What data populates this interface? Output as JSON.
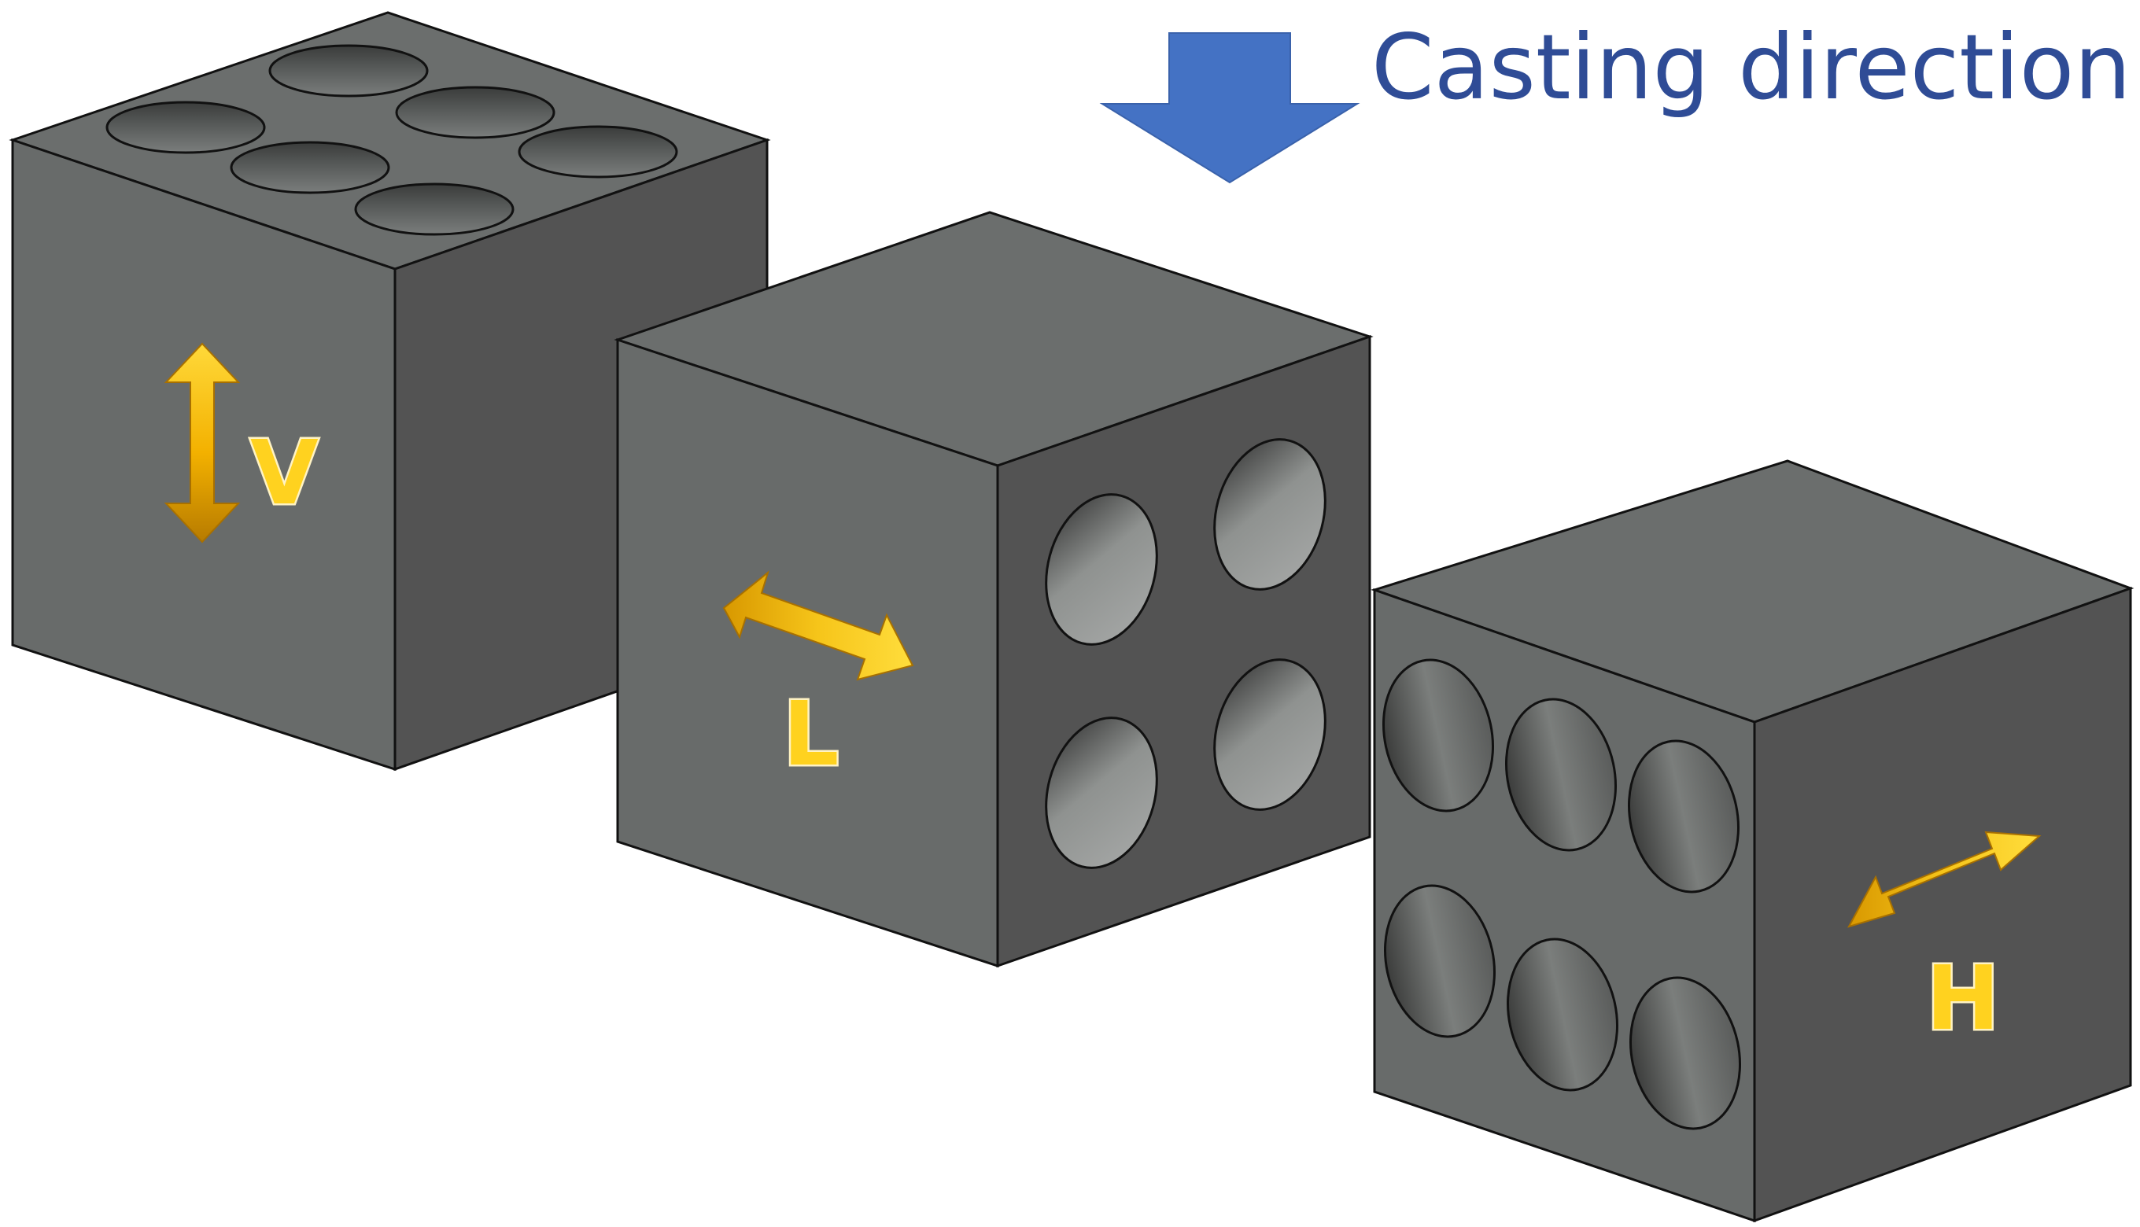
{
  "caption": {
    "text": "Casting direction",
    "text_color": "#2f4c96",
    "arrow_icon": "down-arrow-icon",
    "arrow_color": "#4472c4"
  },
  "specimens": [
    {
      "id": "vertical",
      "label": "V",
      "arrow_icon": "double-arrow-vertical-icon",
      "holes_visible": 6,
      "hole_face": "top"
    },
    {
      "id": "longitudinal",
      "label": "L",
      "arrow_icon": "double-arrow-diagonal-icon",
      "holes_visible": 4,
      "hole_face": "right"
    },
    {
      "id": "horizontal",
      "label": "H",
      "arrow_icon": "double-arrow-diagonal-icon",
      "holes_visible": 6,
      "hole_face": "left"
    }
  ],
  "colors": {
    "cube_top": "#6b6e6d",
    "cube_left": "#686b6a",
    "cube_right": "#535353",
    "edge": "#111111",
    "label_arrow_light": "#ffd93a",
    "label_arrow_dark": "#c88a00"
  }
}
